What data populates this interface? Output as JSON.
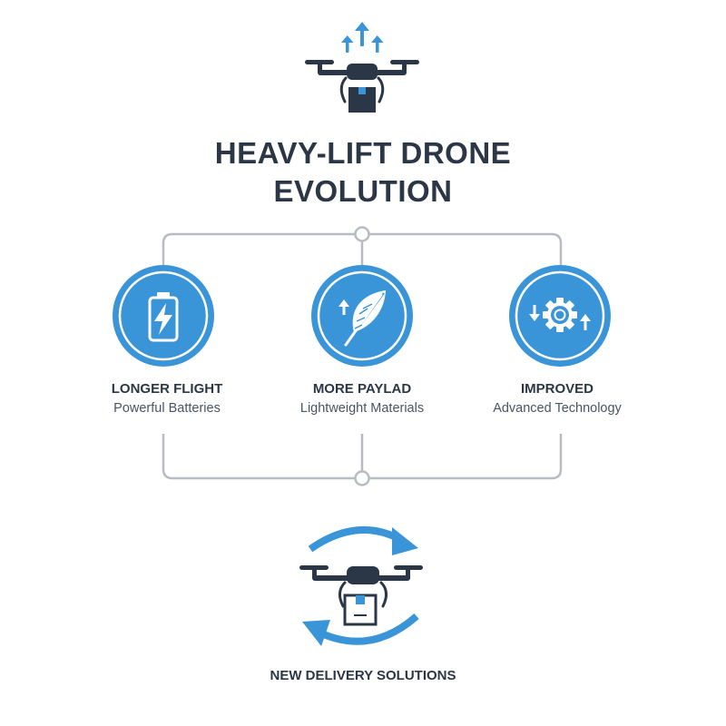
{
  "title": {
    "line1": "HEAVY-LIFT DRONE",
    "line2": "EVOLUTION"
  },
  "features": [
    {
      "label": "LONGER FLIGHT",
      "sub": "Powerful Batteries",
      "icon": "battery-icon"
    },
    {
      "label": "MORE PAYLAD",
      "sub": "Lightweight Materials",
      "icon": "feather-icon"
    },
    {
      "label": "IMPROVED",
      "sub": "Advanced Technology",
      "icon": "gear-icon"
    }
  ],
  "outcome": {
    "label": "NEW DELIVERY SOLUTIONS",
    "icon": "drone-cycle-icon"
  },
  "colors": {
    "accent": "#3a95d8",
    "dark": "#2b3746",
    "connector": "#b8bcc2"
  }
}
